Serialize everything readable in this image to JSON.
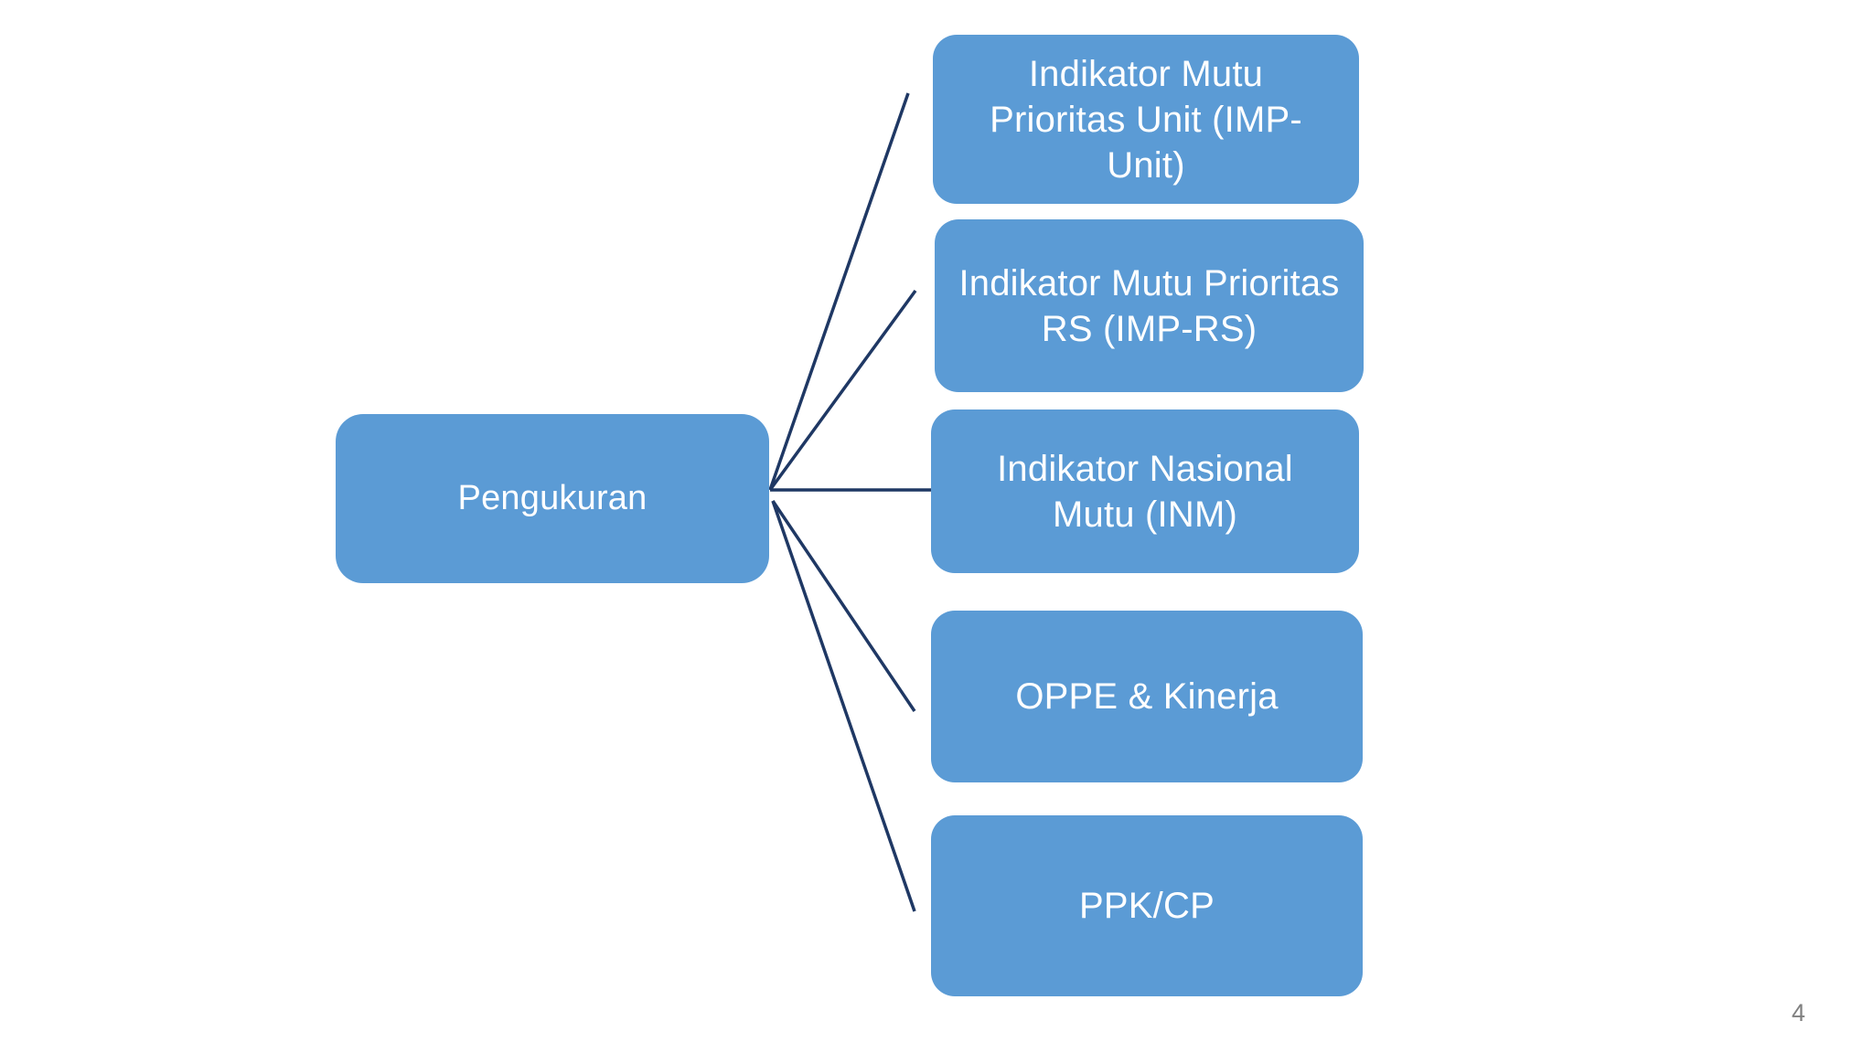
{
  "slide": {
    "background_color": "#FFFFFF",
    "page_number": "4",
    "page_number_color": "#808080",
    "node_fill_color": "#5B9BD5",
    "node_text_color": "#FFFFFF",
    "connector_color": "#1F3864"
  },
  "diagram": {
    "type": "radial-tree",
    "root": {
      "id": "root",
      "label": "Pengukuran"
    },
    "branches": [
      {
        "id": "imp-unit",
        "label": "Indikator Mutu Prioritas Unit (IMP-Unit)"
      },
      {
        "id": "imp-rs",
        "label": "Indikator Mutu Prioritas RS (IMP-RS)"
      },
      {
        "id": "inm",
        "label": "Indikator Nasional Mutu (INM)"
      },
      {
        "id": "oppe",
        "label": "OPPE & Kinerja"
      },
      {
        "id": "ppk",
        "label": "PPK/CP"
      }
    ],
    "connectors": [
      {
        "id": "connector-to-imp-unit",
        "from": "root",
        "to": "imp-unit"
      },
      {
        "id": "connector-to-imp-rs",
        "from": "root",
        "to": "imp-rs"
      },
      {
        "id": "connector-to-inm",
        "from": "root",
        "to": "inm"
      },
      {
        "id": "connector-to-oppe",
        "from": "root",
        "to": "oppe"
      },
      {
        "id": "connector-to-ppk",
        "from": "root",
        "to": "ppk"
      }
    ]
  }
}
